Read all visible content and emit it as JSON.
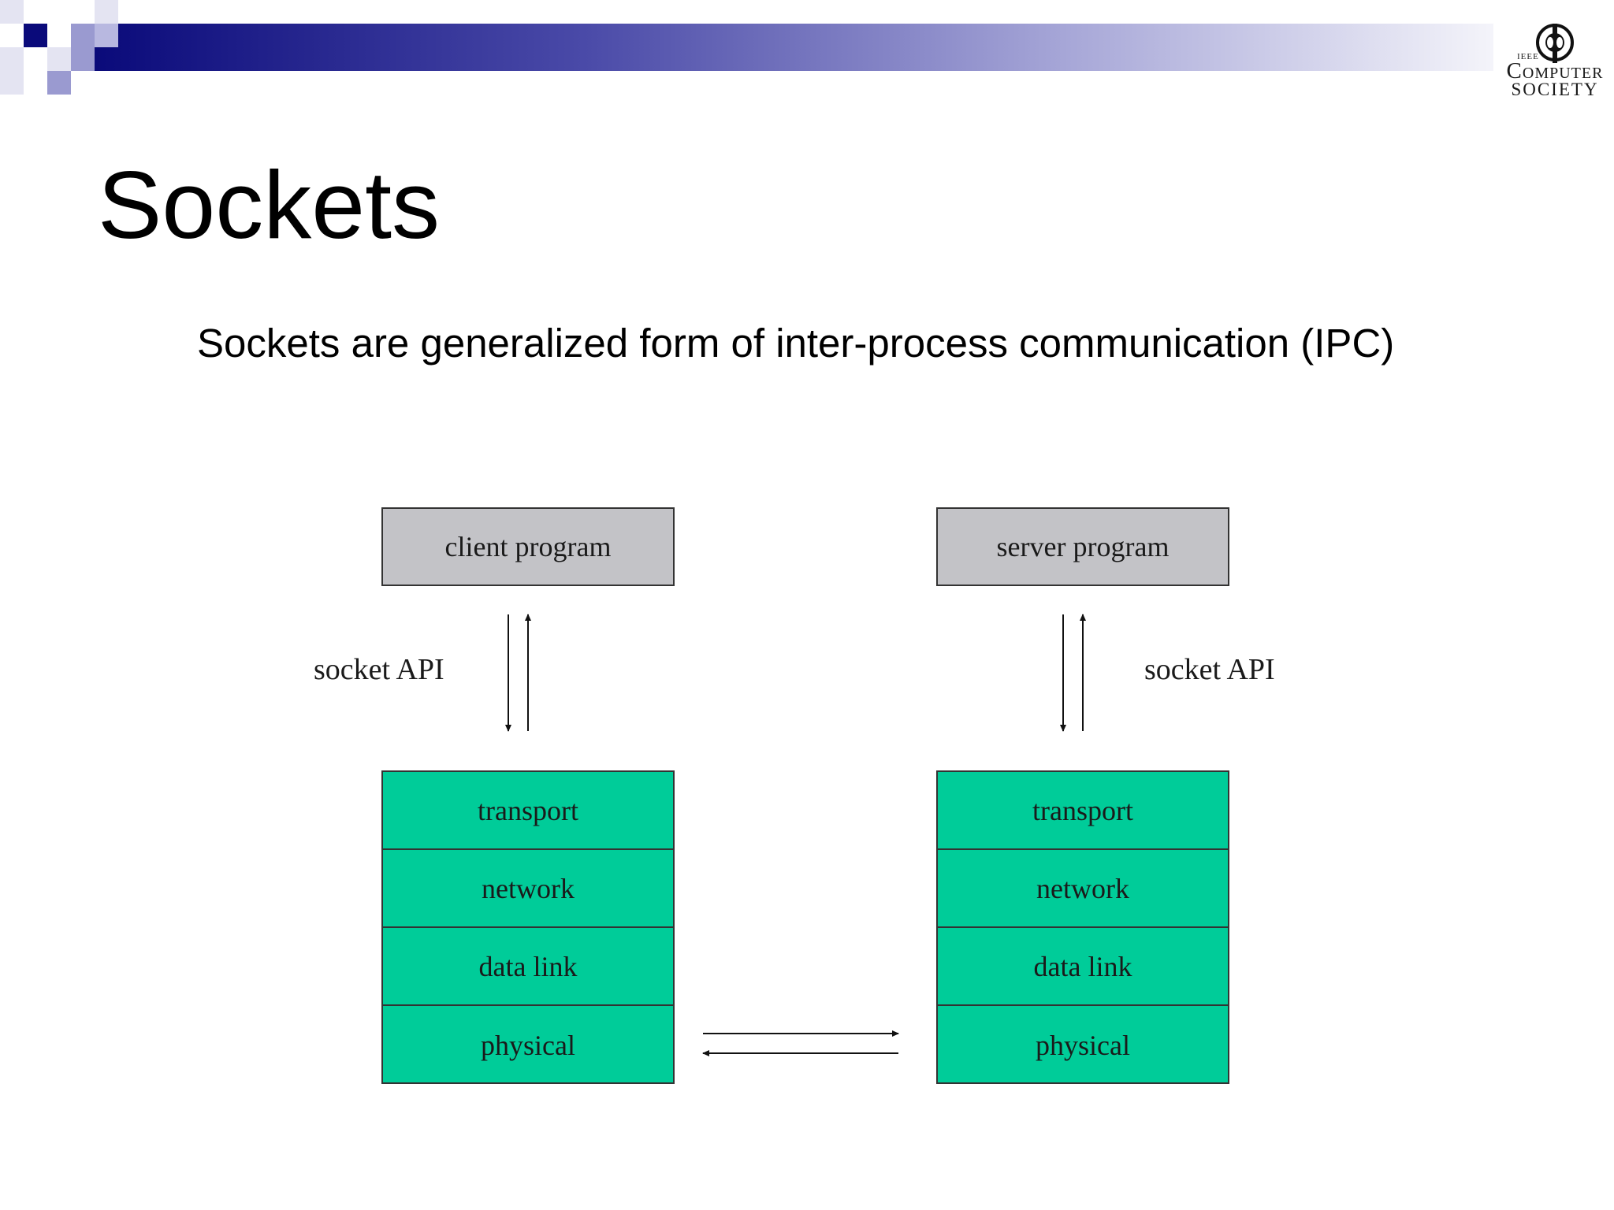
{
  "slide": {
    "title": "Sockets",
    "subtitle": "Sockets are generalized form of inter-process communication (IPC)"
  },
  "logo": {
    "ieee": "IEEE",
    "line1": "Computer",
    "line2": "SOCIETY"
  },
  "diagram": {
    "client": {
      "program_label": "client program",
      "api_label": "socket API",
      "layers": [
        "transport",
        "network",
        "data link",
        "physical"
      ]
    },
    "server": {
      "program_label": "server program",
      "api_label": "socket API",
      "layers": [
        "transport",
        "network",
        "data link",
        "physical"
      ]
    }
  },
  "colors": {
    "program_box": "#c3c3c7",
    "stack_layer": "#00cc99",
    "header_dark": "#0a0a7a"
  }
}
